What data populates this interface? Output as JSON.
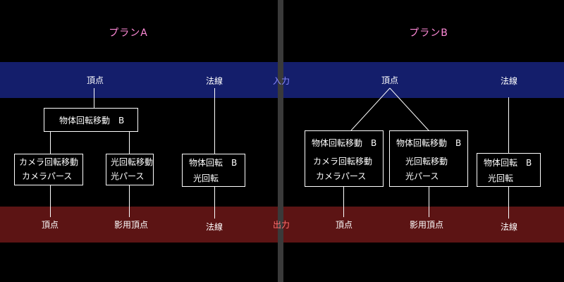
{
  "colors": {
    "background": "#000000",
    "input_band": "#141e6b",
    "output_band": "#5c1414",
    "divider": "#3a3a3a",
    "plan_title": "#ff8ad8",
    "input_label": "#8a8aff",
    "output_label": "#ff7070",
    "line": "#ffffff"
  },
  "plan_a": {
    "title": "プランA",
    "input_vertex": "頂点",
    "input_normal": "法線",
    "box_object_rotate_move": "物体回転移動　B",
    "box_camera": [
      "カメラ回転移動",
      "カメラパース"
    ],
    "box_light": [
      "光回転移動",
      "光パース"
    ],
    "box_normal": [
      "物体回転　B",
      "光回転"
    ],
    "output_vertex": "頂点",
    "output_shadow": "影用頂点",
    "output_normal": "法線"
  },
  "plan_b": {
    "title": "プランB",
    "input_vertex": "頂点",
    "input_normal": "法線",
    "box_camera": [
      "物体回転移動　B",
      "カメラ回転移動",
      "カメラパース"
    ],
    "box_light": [
      "物体回転移動　B",
      "光回転移動",
      "光パース"
    ],
    "box_normal": [
      "物体回転　B",
      "光回転"
    ],
    "output_vertex": "頂点",
    "output_shadow": "影用頂点",
    "output_normal": "法線"
  },
  "bands": {
    "input": "入力",
    "output": "出力"
  }
}
